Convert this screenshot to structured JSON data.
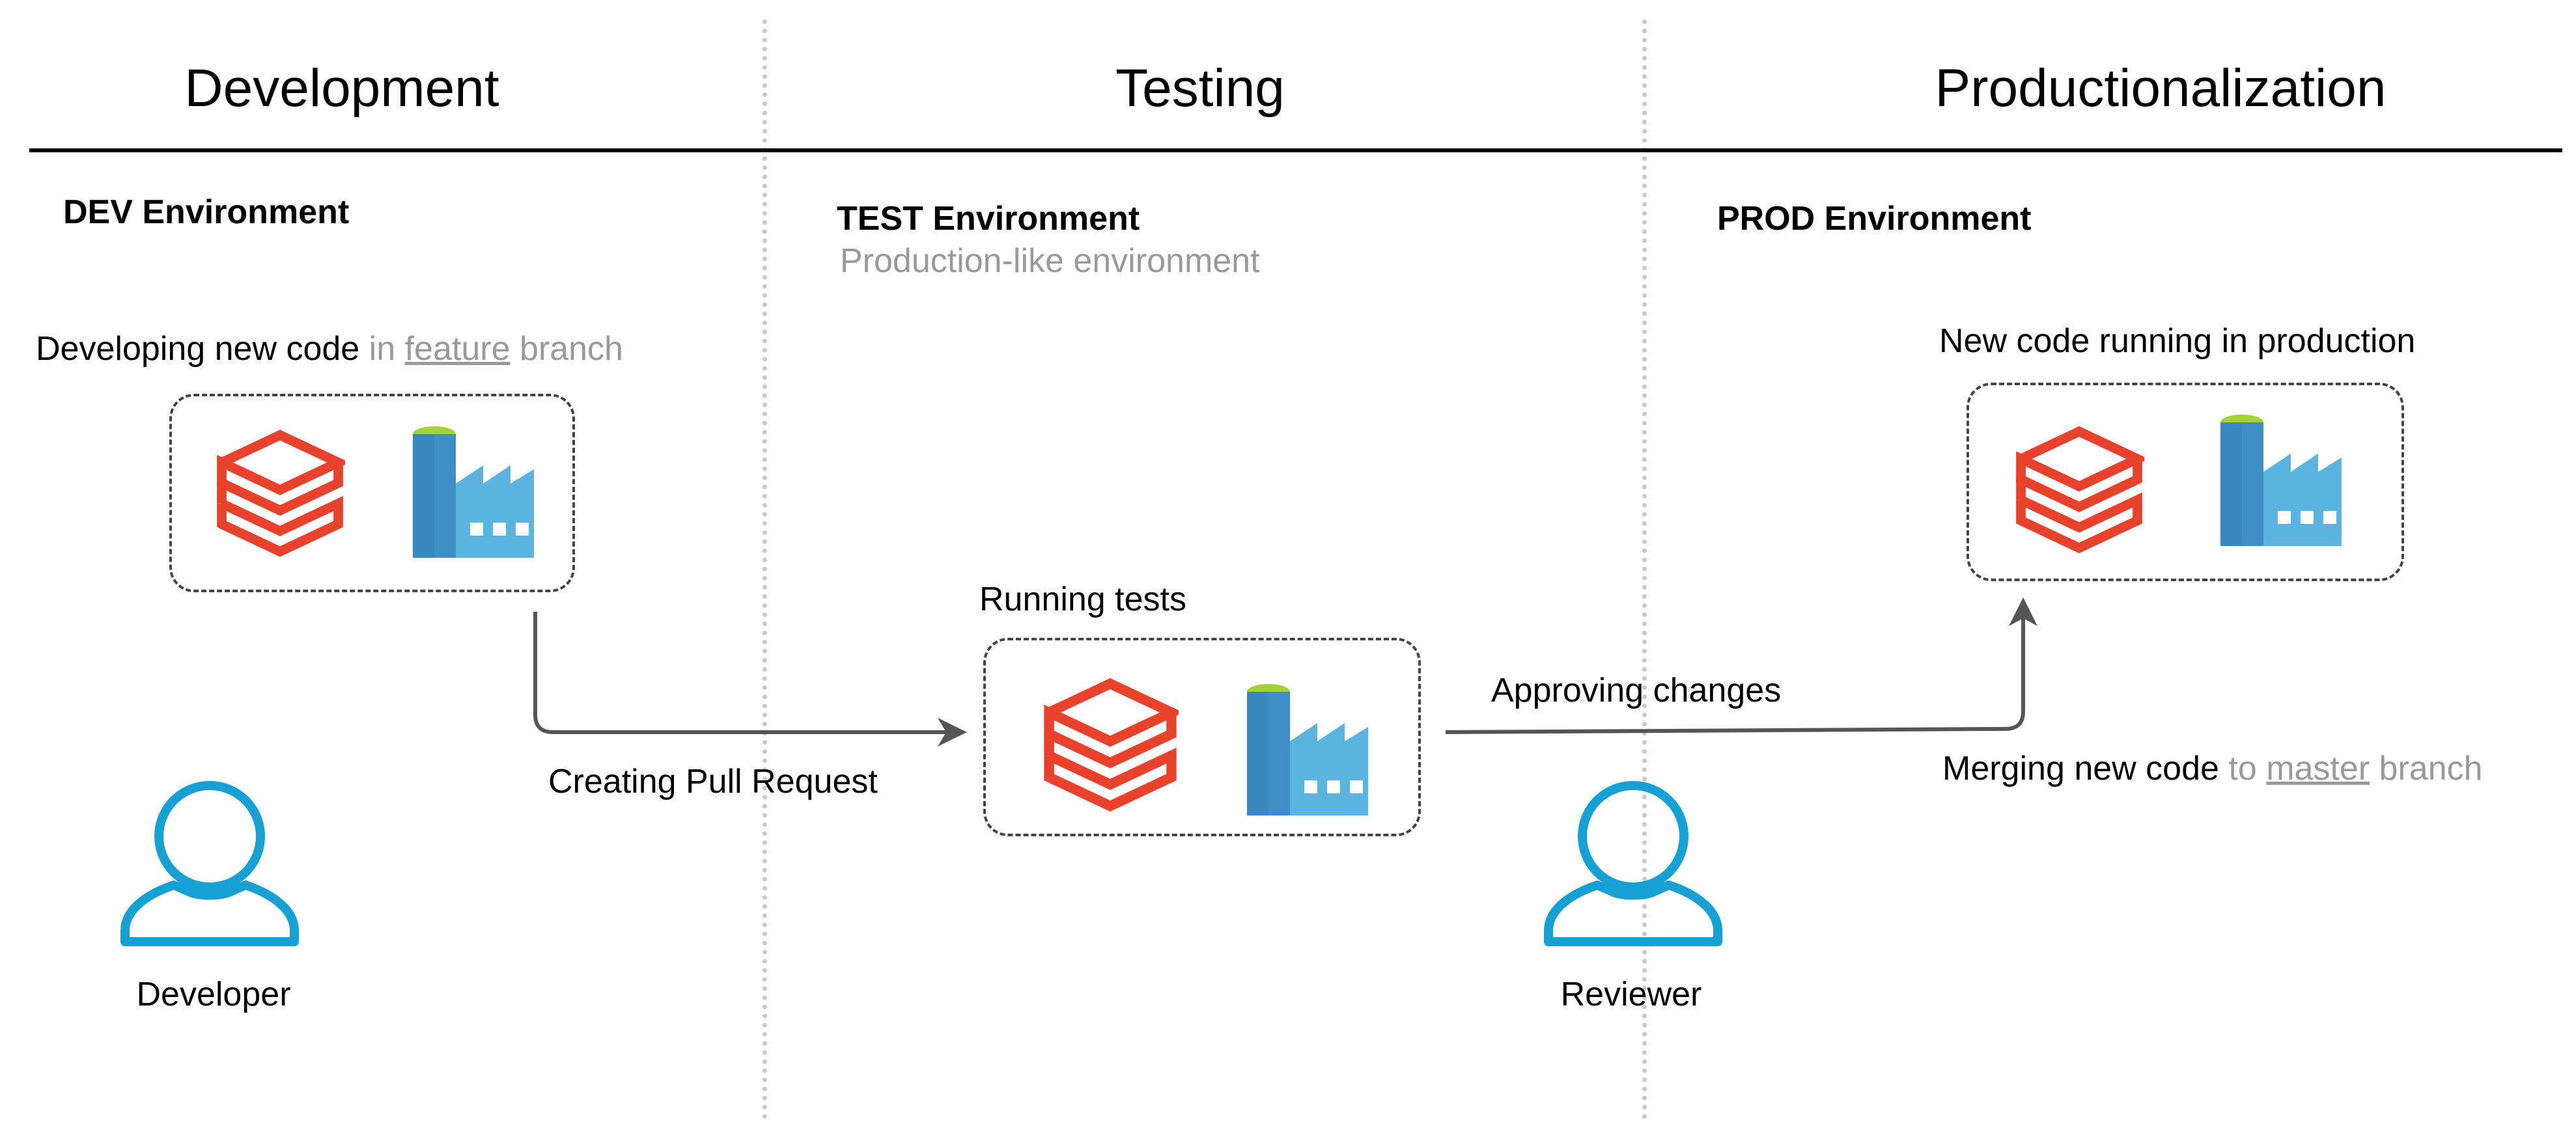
{
  "columns": {
    "development": "Development",
    "testing": "Testing",
    "production": "Productionalization"
  },
  "environments": {
    "dev": {
      "title": "DEV Environment"
    },
    "test": {
      "title": "TEST Environment",
      "subtitle": "Production-like environment"
    },
    "prod": {
      "title": "PROD Environment"
    }
  },
  "stages": {
    "dev_caption": {
      "a": "Developing new code",
      "b": " in ",
      "c": "feature",
      "d": " branch"
    },
    "test_caption": "Running tests",
    "prod_caption": "New code running in production"
  },
  "flows": {
    "pull_request": "Creating Pull Request",
    "approving": "Approving changes",
    "merging": {
      "a": "Merging new code",
      "b": " to ",
      "c": "master",
      "d": " branch"
    }
  },
  "actors": {
    "developer": "Developer",
    "reviewer": "Reviewer"
  },
  "colors": {
    "databricks_red": "#e8412c",
    "factory_blue": "#3f99cf",
    "factory_light": "#5bb3df",
    "factory_top": "#a5d23a",
    "person_blue": "#17a0d3"
  },
  "icons": {
    "stack": "databricks-stack-icon",
    "factory": "data-factory-icon",
    "person": "person-icon"
  }
}
